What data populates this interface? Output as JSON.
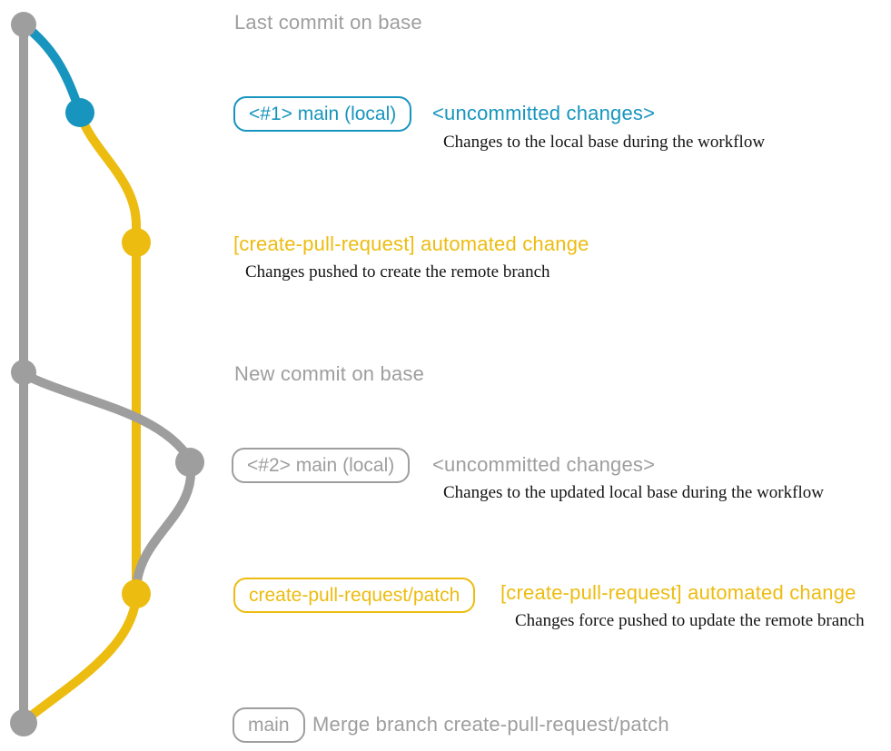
{
  "colors": {
    "gray": "#9e9e9e",
    "blue": "#1795be",
    "yellow": "#edbc10",
    "ink": "#141414",
    "background": "#ffffff"
  },
  "graph": {
    "type": "git-graph",
    "branches": [
      {
        "name": "base",
        "color": "#9e9e9e"
      },
      {
        "name": "main-local",
        "color": "#1795be"
      },
      {
        "name": "create-pull-request-patch",
        "color": "#edbc10"
      }
    ],
    "dots": [
      {
        "color": "#9e9e9e"
      },
      {
        "color": "#1795be"
      },
      {
        "color": "#edbc10"
      },
      {
        "color": "#9e9e9e"
      },
      {
        "color": "#9e9e9e"
      },
      {
        "color": "#edbc10"
      },
      {
        "color": "#9e9e9e"
      }
    ]
  },
  "rows": [
    {
      "message": "Last commit on base"
    },
    {
      "badge": "<#1> main (local)",
      "message": "<uncommitted changes>",
      "annotation": "Changes to the local base during the workflow"
    },
    {
      "message": "[create-pull-request] automated change",
      "annotation": "Changes pushed to create the remote branch"
    },
    {
      "message": "New commit on base"
    },
    {
      "badge": "<#2> main (local)",
      "message": "<uncommitted changes>",
      "annotation": "Changes to the updated local base during the workflow"
    },
    {
      "badge": "create-pull-request/patch",
      "message": "[create-pull-request] automated change",
      "annotation": "Changes force pushed to update the remote branch"
    },
    {
      "badge": "main",
      "message": "Merge branch create-pull-request/patch"
    }
  ]
}
